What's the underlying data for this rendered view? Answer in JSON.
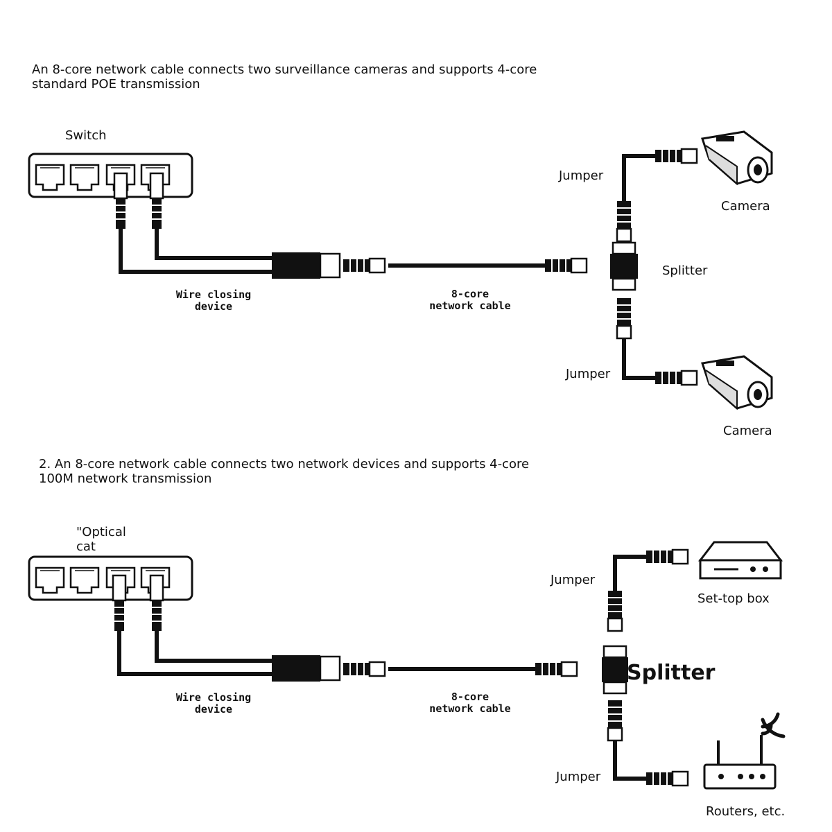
{
  "section1": {
    "heading_line1": "An 8-core network cable connects two surveillance cameras and supports 4-core",
    "heading_line2": "standard POE transmission",
    "switch_label": "Switch",
    "wire_closing_line1": "Wire closing",
    "wire_closing_line2": "device",
    "cable_line1": "8-core",
    "cable_line2": "network cable",
    "splitter_label": "Splitter",
    "jumper_top": "Jumper",
    "jumper_bottom": "Jumper",
    "camera_top": "Camera",
    "camera_bottom": "Camera"
  },
  "section2": {
    "heading_line1": "2. An 8-core network cable connects two network devices and supports 4-core",
    "heading_line2": "100M network transmission",
    "switch_label_line1": "\"Optical",
    "switch_label_line2": "cat",
    "wire_closing_line1": "Wire closing",
    "wire_closing_line2": "device",
    "cable_line1": "8-core",
    "cable_line2": "network cable",
    "splitter_label": "Splitter",
    "jumper_top": "Jumper",
    "jumper_bottom": "Jumper",
    "device_top": "Set-top box",
    "device_bottom": "Routers, etc."
  }
}
